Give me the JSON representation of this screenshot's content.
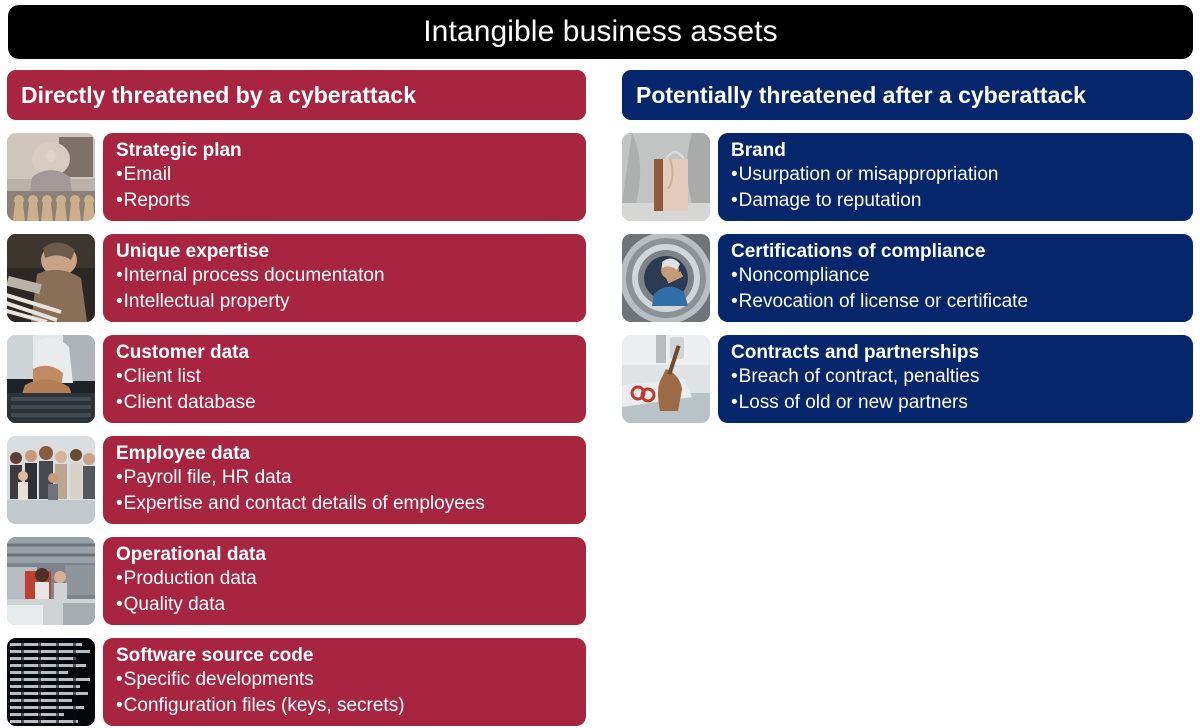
{
  "header": {
    "title": "Intangible business assets",
    "background_color": "#000000",
    "text_color": "#ffffff"
  },
  "columns": [
    {
      "id": "directly-threatened",
      "heading": "Directly threatened by a cyberattack",
      "accent_color": "#A8253F",
      "cards": [
        {
          "title": "Strategic plan",
          "image_name": "chess-strategy-photo",
          "bullets": [
            "Email",
            "Reports"
          ]
        },
        {
          "title": "Unique expertise",
          "image_name": "craftsman-workshop-photo",
          "bullets": [
            "Internal process documentaton",
            "Intellectual property"
          ]
        },
        {
          "title": "Customer data",
          "image_name": "hands-on-keyboard-photo",
          "bullets": [
            "Client list",
            "Client database"
          ]
        },
        {
          "title": "Employee data",
          "image_name": "group-of-employees-photo",
          "bullets": [
            "Payroll file, HR data",
            "Expertise and contact details of employees"
          ]
        },
        {
          "title": "Operational data",
          "image_name": "factory-worker-photo",
          "bullets": [
            "Production data",
            "Quality data"
          ]
        },
        {
          "title": "Software source code",
          "image_name": "source-code-screen-photo",
          "bullets": [
            "Specific developments",
            "Configuration files (keys, secrets)"
          ]
        }
      ]
    },
    {
      "id": "potentially-threatened",
      "heading": "Potentially threatened after a cyberattack",
      "accent_color": "#05266A",
      "cards": [
        {
          "title": "Brand",
          "image_name": "paper-shopping-bag-photo",
          "bullets": [
            "Usurpation or misappropriation",
            "Damage to reputation"
          ]
        },
        {
          "title": "Certifications of compliance",
          "image_name": "industrial-inspection-photo",
          "bullets": [
            "Noncompliance",
            "Revocation of license or certificate"
          ]
        },
        {
          "title": "Contracts and partnerships",
          "image_name": "signing-document-photo",
          "bullets": [
            "Breach of contract, penalties",
            "Loss of old or new partners"
          ]
        }
      ]
    }
  ]
}
